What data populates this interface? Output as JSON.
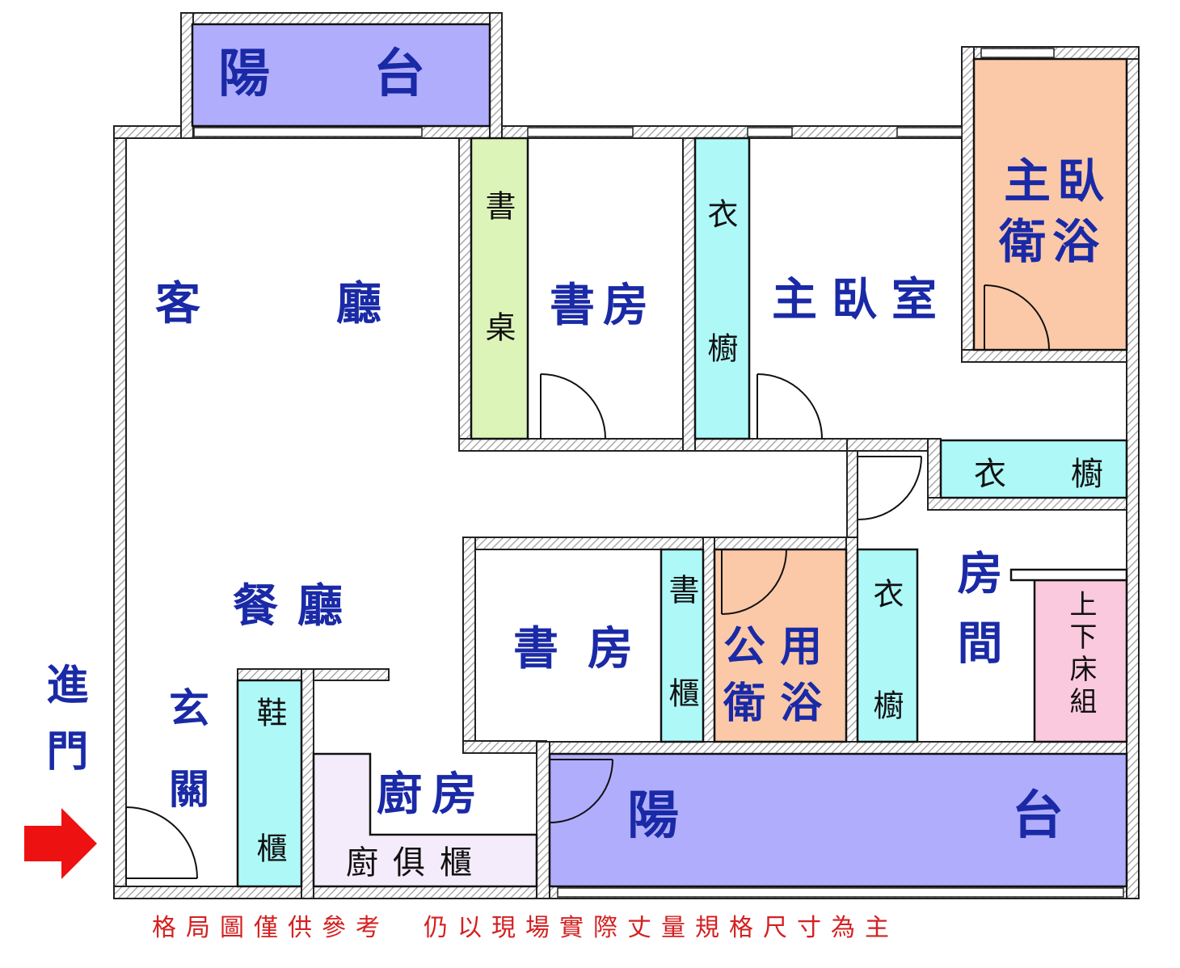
{
  "colors": {
    "balcony": "#b1adfd",
    "bath": "#fbc9a8",
    "cabinet": "#aef8f8",
    "desk": "#ddf4b9",
    "bunk": "#fbc9dd",
    "kitchen_cabinet": "#f5ecfb",
    "wall_hatch": "#d8d8d8",
    "label_blue": "#1a2aa6",
    "note_red": "#d42020",
    "arrow_red": "#ee1111"
  },
  "rooms": {
    "balcony_top": "陽　　台",
    "living_room": "客　　　廳",
    "study_desk": "書桌",
    "study_north": "書房",
    "wardrobe_north": "衣櫥",
    "master_bedroom": "主臥室",
    "master_bath_line1": "主臥",
    "master_bath_line2": "衛浴",
    "wardrobe_east": "衣　　櫥",
    "dining_room": "餐廳",
    "study_south": "書房",
    "bookcase": "書櫃",
    "public_bath_line1": "公 用",
    "public_bath_line2": "衛 浴",
    "wardrobe_south": "衣櫥",
    "bedroom": "房間",
    "bunk_bed": "上下床組",
    "foyer": "玄關",
    "shoe_cabinet": "鞋櫃",
    "kitchen": "廚房",
    "kitchen_cabinet": "廚俱櫃",
    "balcony_bottom_left": "陽",
    "balcony_bottom_right": "台"
  },
  "entrance_label": "進門",
  "entrance_icon": "arrow-right-icon",
  "footer_note": "格局圖僅供參考　仍以現場實際丈量規格尺寸為主"
}
